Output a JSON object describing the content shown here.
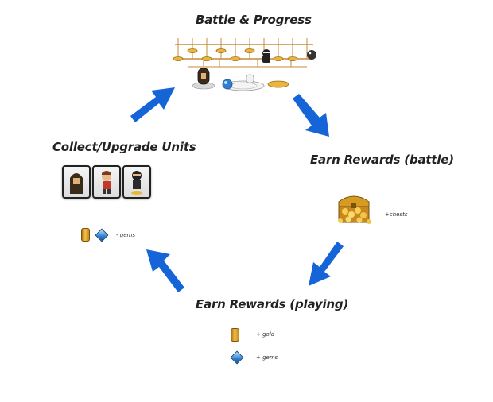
{
  "nodes": {
    "battle": {
      "title": "Battle & Progress"
    },
    "earn_battle": {
      "title": "Earn Rewards (battle)",
      "chest_label": "+chests"
    },
    "earn_playing": {
      "title": "Earn Rewards (playing)",
      "gold_label": "+ gold",
      "gems_label": "+ gems"
    },
    "collect": {
      "title": "Collect/Upgrade Units",
      "cost_label": "- gems"
    }
  },
  "colors": {
    "arrow": "#1565d8",
    "map_line": "#c98a3a",
    "gold": "#e9b53a",
    "gem": "#2f7fd0"
  },
  "icons": [
    "gold-coin-icon",
    "gem-icon",
    "treasure-chest-icon",
    "cycle-arrow-icon"
  ]
}
